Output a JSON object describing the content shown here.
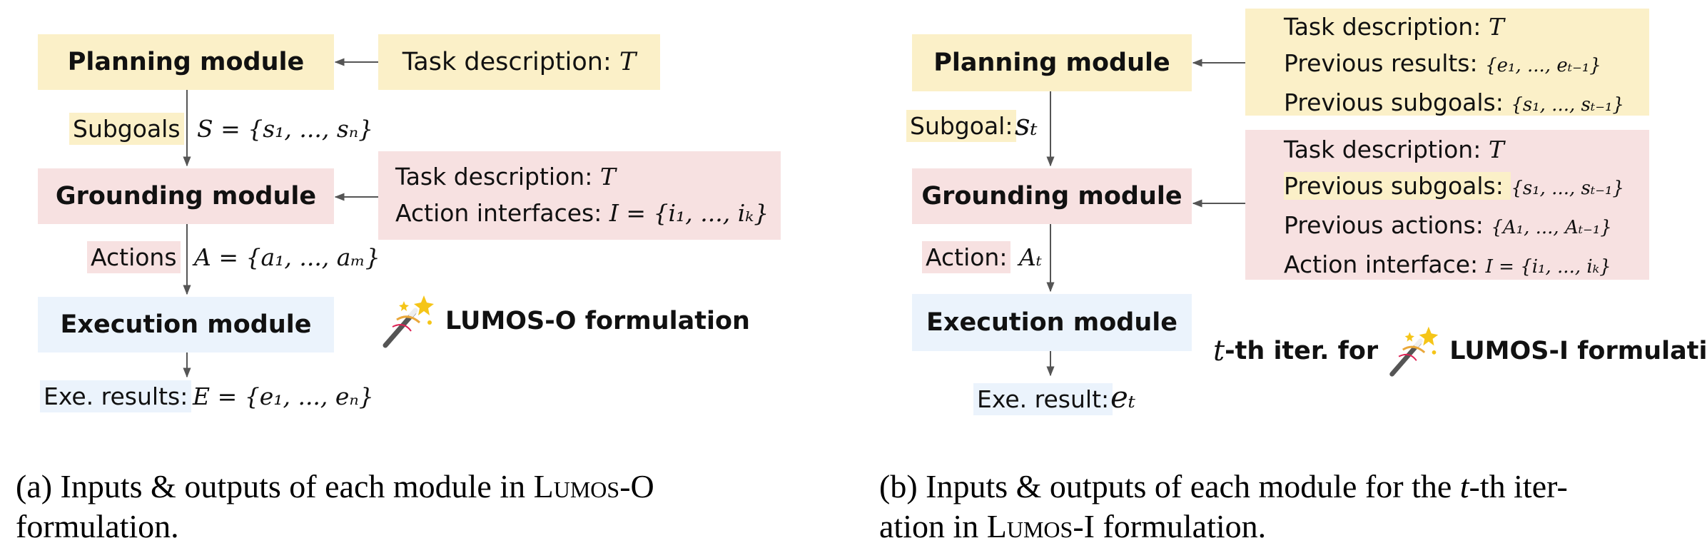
{
  "left": {
    "modules": {
      "planning": "Planning module",
      "grounding": "Grounding module",
      "execution": "Execution module"
    },
    "task_box": {
      "label": "Task description: ",
      "math": "T"
    },
    "grounding_inputs": {
      "line1_label": "Task description: ",
      "line1_math": "T",
      "line2_label": "Action interfaces: ",
      "line2_math": "I = {i₁, ..., iₖ}"
    },
    "subgoals": {
      "label": "Subgoals",
      "math": "S = {s₁, ..., sₙ}"
    },
    "actions": {
      "label": "Actions",
      "math": "A = {a₁, ..., aₘ}"
    },
    "exe_results": {
      "label": "Exe. results:",
      "math": "E = {e₁, ..., eₙ}"
    },
    "formulation": "LUMOS-O formulation",
    "caption_line1": "(a) Inputs & outputs of each module in ",
    "caption_lumos": "Lumos",
    "caption_suffix": "-O",
    "caption_line2": "formulation."
  },
  "right": {
    "modules": {
      "planning": "Planning module",
      "grounding": "Grounding module",
      "execution": "Execution module"
    },
    "planning_inputs": {
      "line1_label": "Task description: ",
      "line1_math": "T",
      "line2_label": "Previous results: ",
      "line2_math": "{e₁, ..., eₜ₋₁}",
      "line3_label": "Previous subgoals: ",
      "line3_math": "{s₁, ..., sₜ₋₁}"
    },
    "grounding_inputs": {
      "line1_label": "Task description: ",
      "line1_math": "T",
      "line2_label": "Previous subgoals: ",
      "line2_math": "{s₁, ..., sₜ₋₁}",
      "line3_label": "Previous actions: ",
      "line3_math": "{A₁, ..., Aₜ₋₁}",
      "line4_label": "Action interface: ",
      "line4_math": "I = {i₁, ..., iₖ}"
    },
    "subgoal": {
      "label": "Subgoal:",
      "math": "sₜ"
    },
    "action": {
      "label": "Action:",
      "math": "Aₜ"
    },
    "exe_result": {
      "label": "Exe. result:",
      "math": "eₜ"
    },
    "iteration_math": "t",
    "iteration_text": "-th iter. for",
    "formulation": "LUMOS-I formulation",
    "caption_line1_a": "(b) Inputs & outputs of each module for the ",
    "caption_line1_math": "t",
    "caption_line1_b": "-th iter-",
    "caption_line2_a": "ation in ",
    "caption_lumos": "Lumos",
    "caption_line2_b": "-I formulation."
  },
  "colors": {
    "planning": "#fbf0c8",
    "grounding": "#f7e1e1",
    "execution": "#ebf3fc",
    "arrow": "#555555"
  },
  "icons": [
    "magic-wand-icon"
  ]
}
